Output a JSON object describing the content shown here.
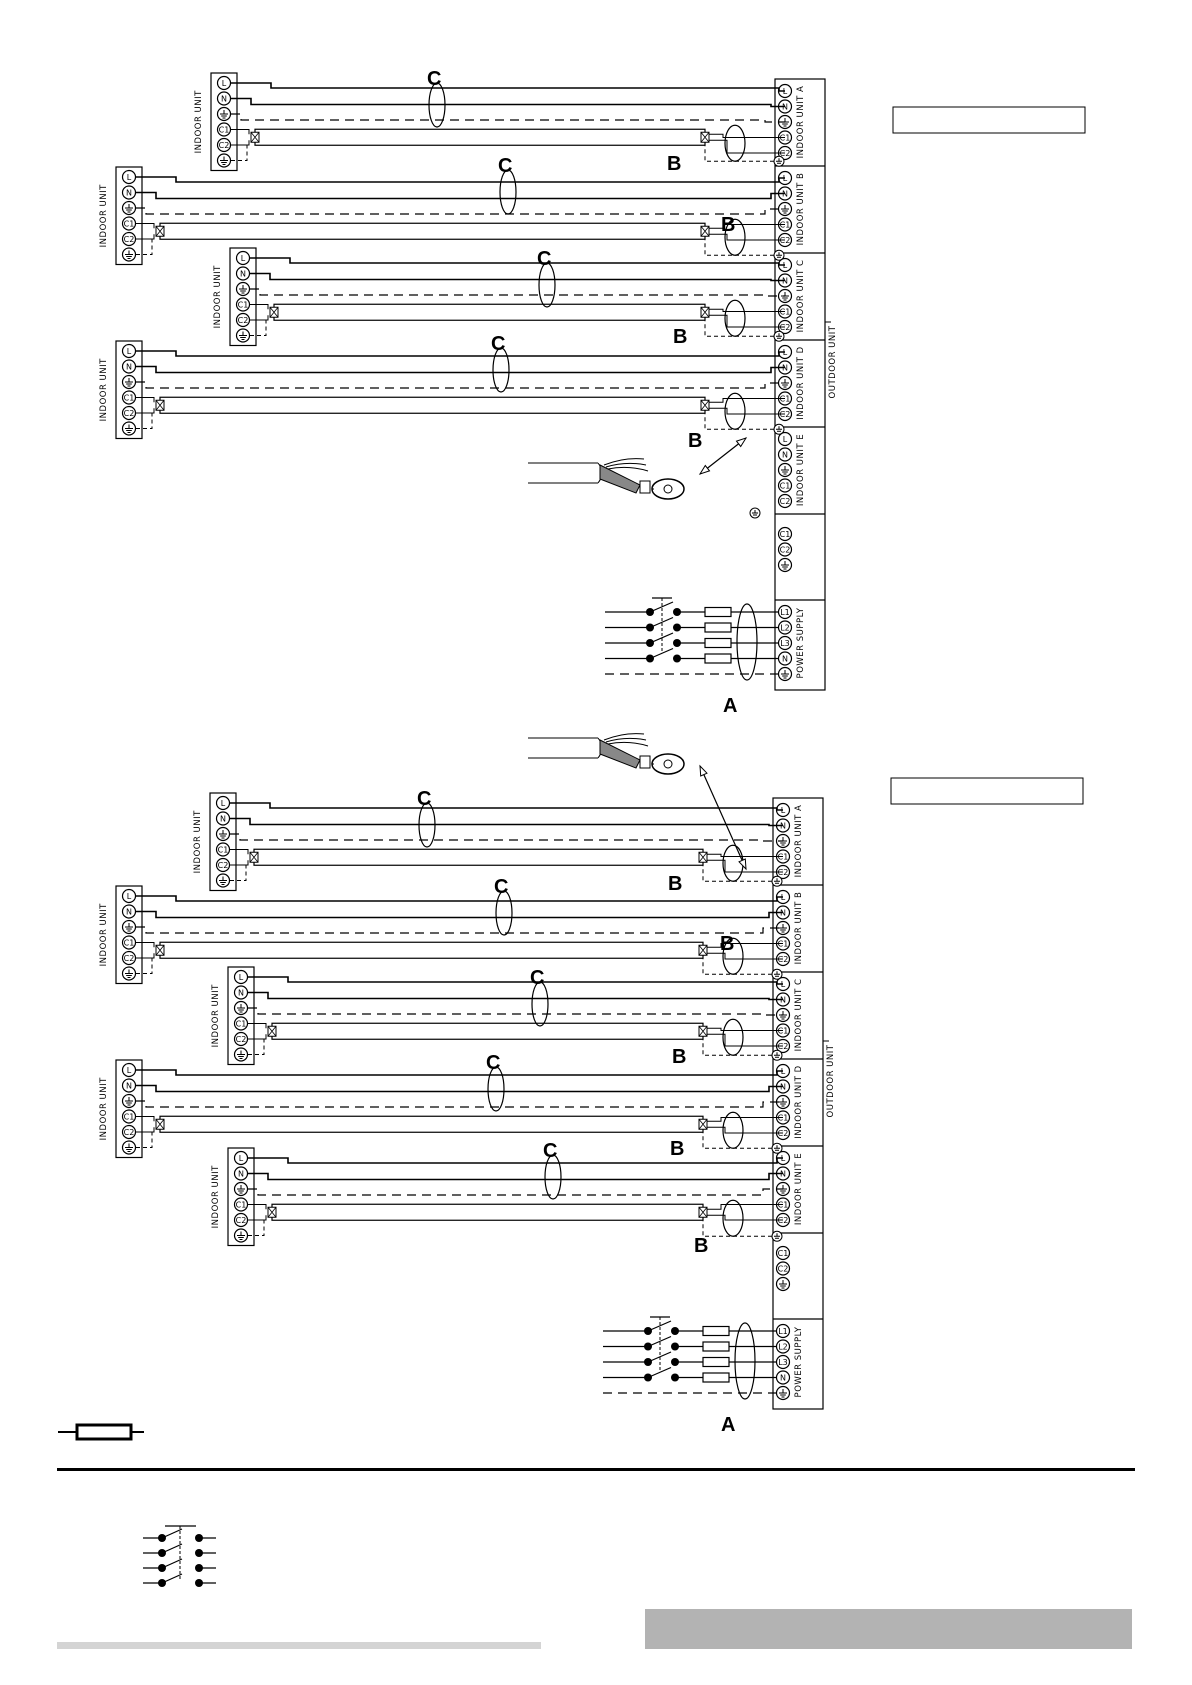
{
  "labels": {
    "indoor_unit": "INDOOR UNIT",
    "outdoor_unit": "OUTDOOR UNIT",
    "power_supply": "POWER SUPPLY",
    "cable_a": "A",
    "cable_b": "B",
    "cable_c": "C"
  },
  "terminals": {
    "indoor": [
      "L",
      "N",
      "⏚",
      "C1",
      "C2",
      "⏚"
    ],
    "outdoor_unit": [
      "L",
      "N",
      "⏚",
      "C1",
      "C2"
    ],
    "comm": [
      "C1",
      "C2",
      "⏚"
    ],
    "power": [
      "L1",
      "L2",
      "L3",
      "N",
      "⏚"
    ]
  },
  "diagrams": [
    {
      "id": "four-indoor-units",
      "outdoor_blocks": [
        "INDOOR UNIT A",
        "INDOOR UNIT B",
        "INDOOR UNIT C",
        "INDOOR UNIT D",
        "INDOOR UNIT E"
      ],
      "connected_units": 4
    },
    {
      "id": "five-indoor-units",
      "outdoor_blocks": [
        "INDOOR UNIT A",
        "INDOOR UNIT B",
        "INDOOR UNIT C",
        "INDOOR UNIT D",
        "INDOOR UNIT E"
      ],
      "connected_units": 5
    }
  ],
  "colors": {
    "line": "#000000",
    "footer_bar": "#b3b3b3",
    "footer_rule": "#d4d4d4"
  }
}
